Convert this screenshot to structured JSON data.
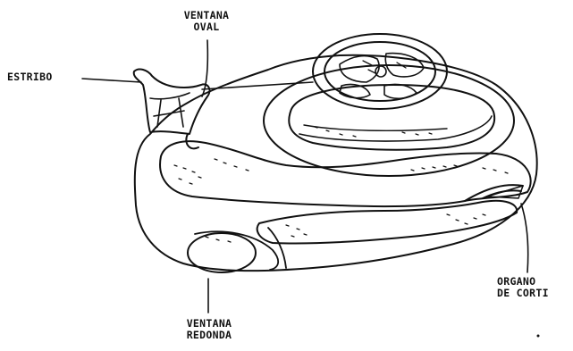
{
  "labels": {
    "ventana_oval": [
      "VENTANA",
      "OVAL"
    ],
    "estribo": "ESTRIBO",
    "organo_de_corti": [
      "ORGANO",
      "DE CORTI"
    ],
    "ventana_redonda": [
      "VENTANA",
      "REDONDA"
    ]
  },
  "colors": {
    "ink": "#111111",
    "paper": "#ffffff"
  }
}
